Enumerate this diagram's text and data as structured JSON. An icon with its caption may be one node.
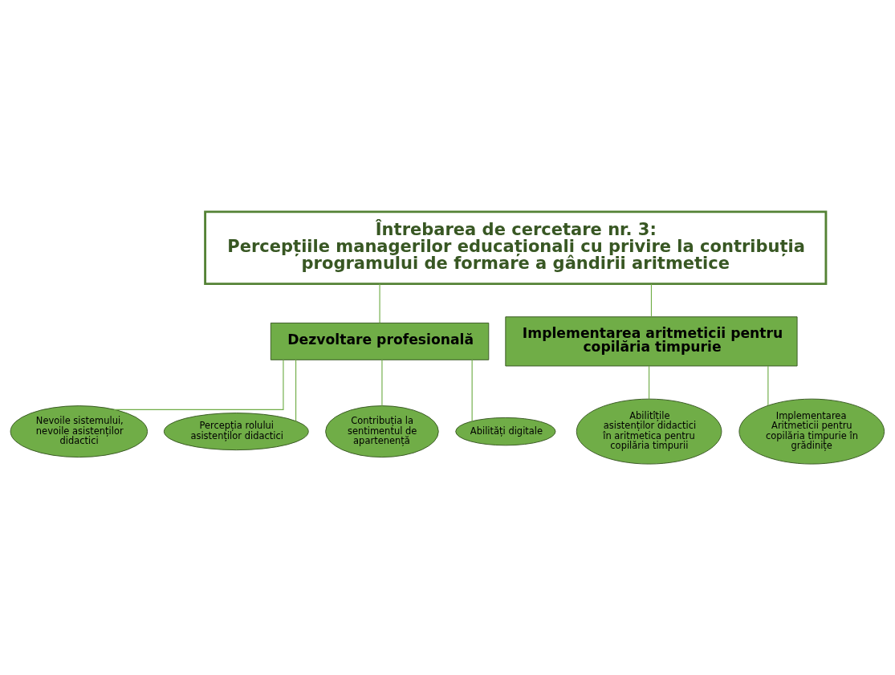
{
  "diagram": {
    "nodes": [
      {
        "text": [
          "Întrebarea de cercetare nr. 3:",
          "Percepțiile managerilor educaționali cu privire la contribuția programului de formare a gândirii aritmetice"
        ]
      },
      {
        "text": [
          "Dezvoltare profesională"
        ]
      },
      {
        "text": [
          "Implementarea aritmeticii pentru copilăria timpurie"
        ]
      },
      {
        "text": [
          "Nevoile sistemului, nevoile asistenților didactici"
        ]
      },
      {
        "text": [
          "Percepția rolului asistenților didactici"
        ]
      },
      {
        "text": [
          "Contribuția la sentimentul de apartenență"
        ]
      },
      {
        "text": [
          "Abilități digitale"
        ]
      },
      {
        "text": [
          "Abilitîțile asistenților didactici în aritmetica pentru copilăria timpurii"
        ]
      },
      {
        "text": [
          "Implementarea Aritmeticii pentru copilăria timpurie în grădinițe"
        ]
      }
    ],
    "edges": [
      {
        "from": 0,
        "to": 1,
        "arrow": "none"
      },
      {
        "from": 0,
        "to": 2,
        "arrow": "none"
      },
      {
        "from": 1,
        "to": 3,
        "arrow": "none"
      },
      {
        "from": 1,
        "to": 4,
        "arrow": "none"
      },
      {
        "from": 1,
        "to": 5,
        "arrow": "none"
      },
      {
        "from": 1,
        "to": 6,
        "arrow": "none"
      },
      {
        "from": 2,
        "to": 7,
        "arrow": "none"
      },
      {
        "from": 2,
        "to": 8,
        "arrow": "none"
      }
    ]
  }
}
